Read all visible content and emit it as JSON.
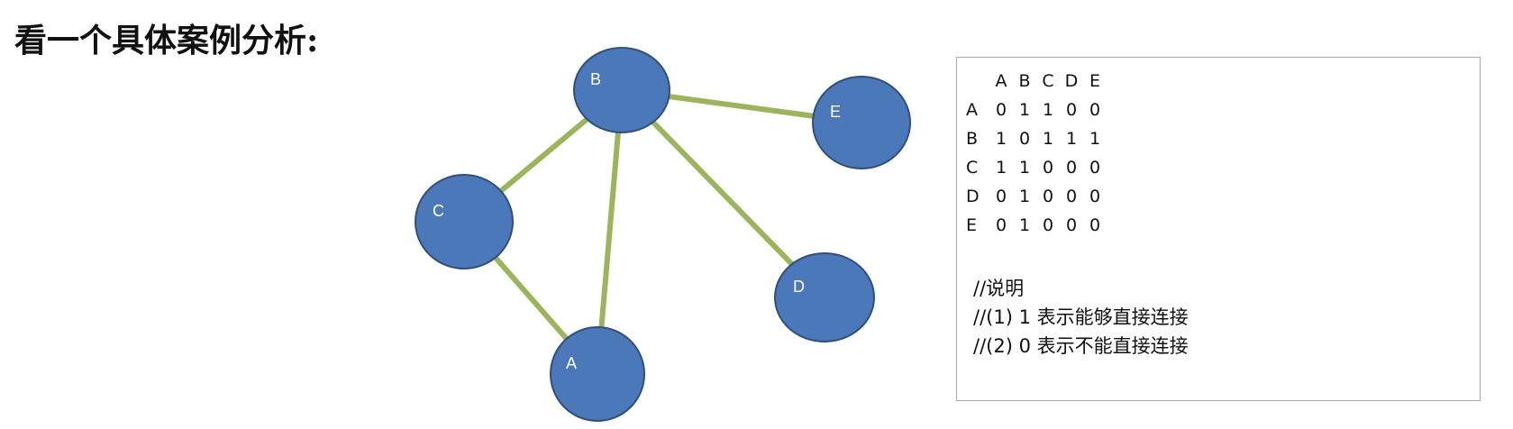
{
  "heading": "看一个具体案例分析:",
  "colors": {
    "node_fill": "#4a78b8",
    "node_stroke": "#2f4f80",
    "edge": "#9bb65a"
  },
  "graph": {
    "nodes": [
      "A",
      "B",
      "C",
      "D",
      "E"
    ],
    "edges": [
      [
        "B",
        "C"
      ],
      [
        "B",
        "A"
      ],
      [
        "B",
        "D"
      ],
      [
        "B",
        "E"
      ],
      [
        "C",
        "A"
      ]
    ]
  },
  "matrix": {
    "columns": [
      "A",
      "B",
      "C",
      "D",
      "E"
    ],
    "rows": [
      {
        "label": "A",
        "values": [
          "0",
          "1",
          "1",
          "0",
          "0"
        ]
      },
      {
        "label": "B",
        "values": [
          "1",
          "0",
          "1",
          "1",
          "1"
        ]
      },
      {
        "label": "C",
        "values": [
          "1",
          "1",
          "0",
          "0",
          "0"
        ]
      },
      {
        "label": "D",
        "values": [
          "0",
          "1",
          "0",
          "0",
          "0"
        ]
      },
      {
        "label": "E",
        "values": [
          "0",
          "1",
          "0",
          "0",
          "0"
        ]
      }
    ]
  },
  "notes": [
    "//说明",
    "//(1) 1 表示能够直接连接",
    "//(2) 0 表示不能直接连接"
  ]
}
